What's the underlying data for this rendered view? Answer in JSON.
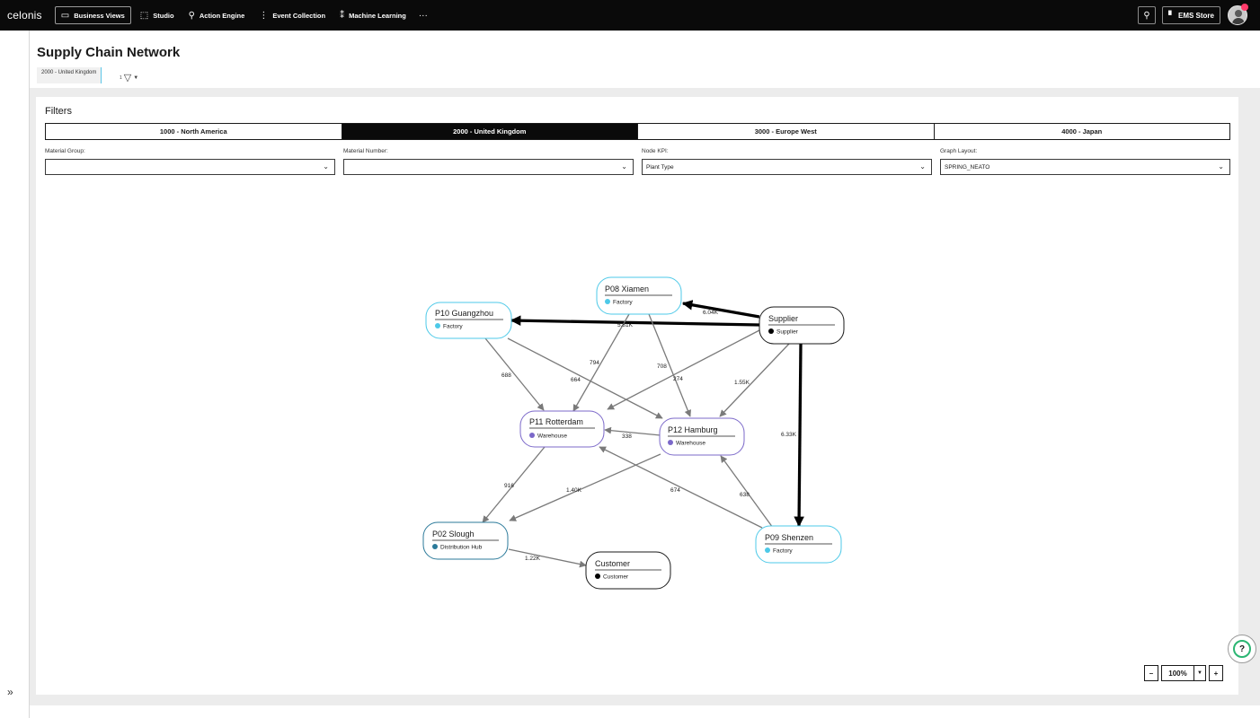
{
  "topbar": {
    "brand": "celonis",
    "nav": [
      {
        "label": "Business Views",
        "icon": "dashboard-icon"
      },
      {
        "label": "Studio",
        "icon": "studio-icon"
      },
      {
        "label": "Action Engine",
        "icon": "rocket-icon"
      },
      {
        "label": "Event Collection",
        "icon": "event-collection-icon"
      },
      {
        "label": "Machine Learning",
        "icon": "machine-learning-icon"
      }
    ],
    "more_glyph": "···",
    "store_label": "EMS Store"
  },
  "page": {
    "title": "Supply Chain Network",
    "tag": "2000 - United Kingdom",
    "filter_count": "1"
  },
  "filters": {
    "title": "Filters",
    "regions": [
      "1000 - North America",
      "2000 - United Kingdom",
      "3000 - Europe West",
      "4000 - Japan"
    ],
    "active_region": "2000 - United Kingdom",
    "dropdowns": [
      {
        "label": "Material Group:",
        "value": ""
      },
      {
        "label": "Material Number:",
        "value": ""
      },
      {
        "label": "Node KPI:",
        "value": "Plant Type"
      },
      {
        "label": "Graph Layout:",
        "value": "SPRING_NEATO"
      }
    ]
  },
  "graph": {
    "nodes": [
      {
        "id": "p08",
        "title": "P08 Xiamen",
        "type": "Factory",
        "color": "#4dc9e8"
      },
      {
        "id": "p10",
        "title": "P10 Guangzhou",
        "type": "Factory",
        "color": "#4dc9e8"
      },
      {
        "id": "supplier",
        "title": "Supplier",
        "type": "Supplier",
        "color": "#000000"
      },
      {
        "id": "p11",
        "title": "P11 Rotterdam",
        "type": "Warehouse",
        "color": "#7b68c9"
      },
      {
        "id": "p12",
        "title": "P12 Hamburg",
        "type": "Warehouse",
        "color": "#7b68c9"
      },
      {
        "id": "p02",
        "title": "P02 Slough",
        "type": "Distribution Hub",
        "color": "#2b7a9a"
      },
      {
        "id": "customer",
        "title": "Customer",
        "type": "Customer",
        "color": "#000000"
      },
      {
        "id": "p09",
        "title": "P09 Shenzen",
        "type": "Factory",
        "color": "#4dc9e8"
      }
    ],
    "edges": [
      {
        "from": "supplier",
        "to": "p08",
        "label": "6.04K"
      },
      {
        "from": "supplier",
        "to": "p10",
        "label": "5.81K"
      },
      {
        "from": "supplier",
        "to": "p09",
        "label": "6.33K"
      },
      {
        "from": "supplier",
        "to": "p12",
        "label": "1.55K"
      },
      {
        "from": "supplier",
        "to": "p11",
        "label": "274"
      },
      {
        "from": "p08",
        "to": "p11",
        "label": "794"
      },
      {
        "from": "p08",
        "to": "p12",
        "label": "708"
      },
      {
        "from": "p10",
        "to": "p11",
        "label": "688"
      },
      {
        "from": "p10",
        "to": "p12",
        "label": "664"
      },
      {
        "from": "p12",
        "to": "p11",
        "label": "338"
      },
      {
        "from": "p11",
        "to": "p02",
        "label": "916"
      },
      {
        "from": "p12",
        "to": "p02",
        "label": "1.40K"
      },
      {
        "from": "p09",
        "to": "p11",
        "label": "674"
      },
      {
        "from": "p09",
        "to": "p12",
        "label": "638"
      },
      {
        "from": "p02",
        "to": "customer",
        "label": "1.22K"
      }
    ]
  },
  "zoom": {
    "minus": "–",
    "value": "100%",
    "plus": "+"
  },
  "help_glyph": "?",
  "expand_glyph": "»"
}
